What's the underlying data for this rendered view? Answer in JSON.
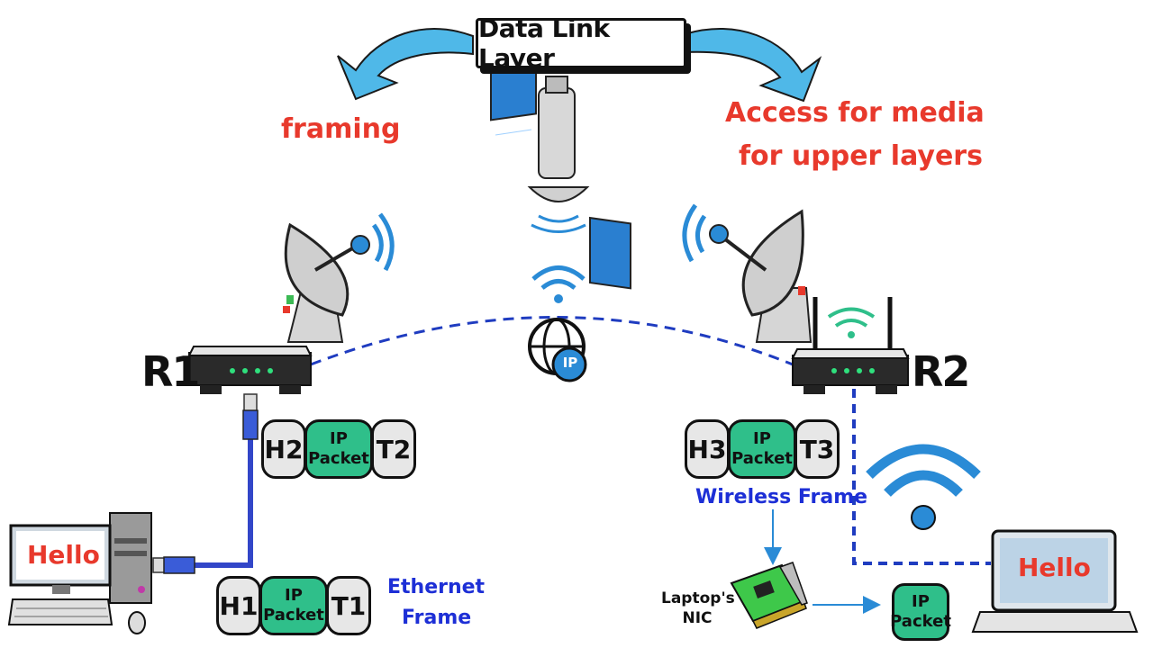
{
  "title": "Data Link Layer",
  "left_function": "framing",
  "right_function_line1": "Access for media",
  "right_function_line2": "for upper layers",
  "router_left": "R1",
  "router_right": "R2",
  "ip_badge": "IP",
  "frames": {
    "ethernet": {
      "header": "H1",
      "packet_line1": "IP",
      "packet_line2": "Packet",
      "trailer": "T1",
      "label_line1": "Ethernet",
      "label_line2": "Frame"
    },
    "router_link": {
      "header": "H2",
      "packet_line1": "IP",
      "packet_line2": "Packet",
      "trailer": "T2"
    },
    "wireless": {
      "header": "H3",
      "packet_line1": "IP",
      "packet_line2": "Packet",
      "trailer": "T3",
      "label": "Wireless Frame"
    }
  },
  "laptop_packet": {
    "line1": "IP",
    "line2": "Packet"
  },
  "nic_label_line1": "Laptop's",
  "nic_label_line2": "NIC",
  "desktop_screen_text": "Hello",
  "laptop_screen_text": "Hello",
  "colors": {
    "accent_red": "#e8392c",
    "accent_blue": "#1d2fd6",
    "packet_green": "#2fbf8a",
    "arrow_blue": "#4fb8e8"
  }
}
